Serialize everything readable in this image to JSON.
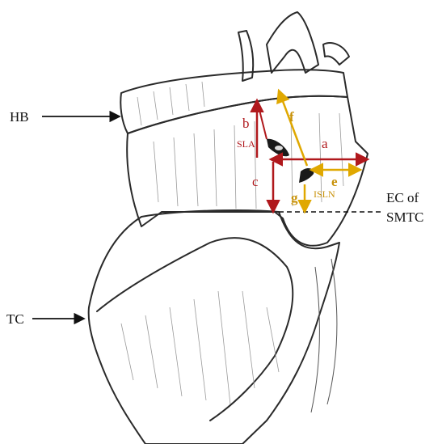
{
  "labels": {
    "hb": "HB",
    "tc": "TC",
    "ec_line1": "EC of",
    "ec_line2": "SMTC",
    "a": "a",
    "b": "b",
    "c": "c",
    "e": "e",
    "f": "f",
    "g": "g",
    "sla": "SLA",
    "isln": "ISLN"
  },
  "colors": {
    "red_measure": "#b0181c",
    "gold_measure": "#e0a800",
    "ink": "#2a2a2a",
    "background": "#ffffff"
  }
}
